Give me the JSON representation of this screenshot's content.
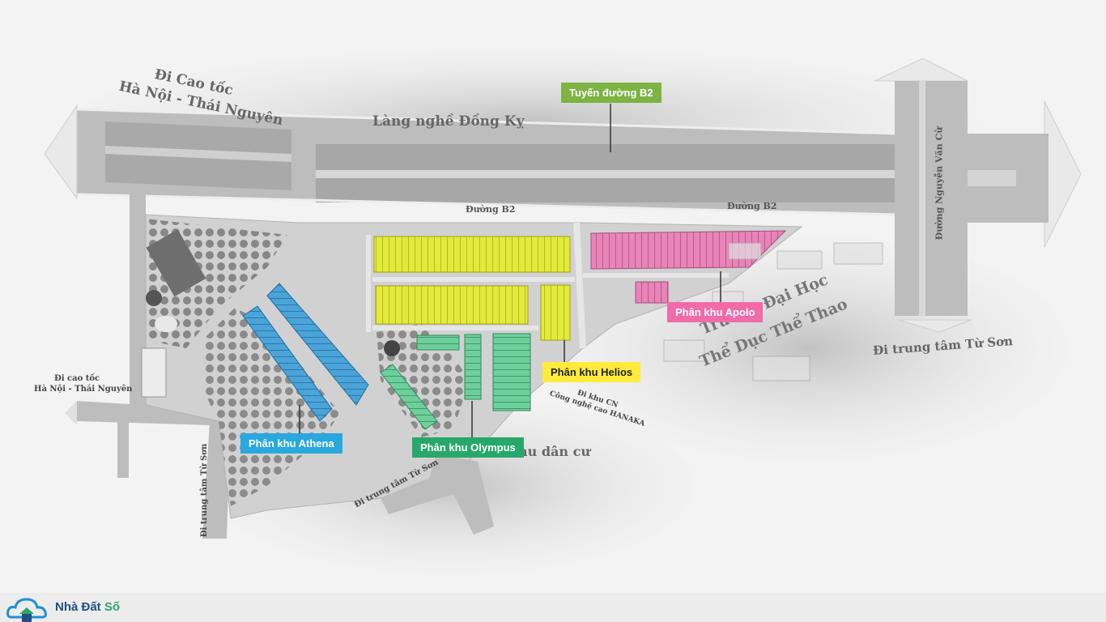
{
  "roads": {
    "highway_north": "Đi Cao tốc",
    "highway_north_2": "Hà Nội - Thái Nguyên",
    "village": "Làng nghề Đồng Kỵ",
    "b2_left": "Đường B2",
    "b2_right": "Đường B2",
    "nguyen_van_cu": "Đường Nguyễn Văn Cừ",
    "to_tu_son_east": "Đi trung tâm Từ Sơn",
    "highway_west": "Đi cao tốc",
    "highway_west_2": "Hà Nội - Thái Nguyên",
    "to_tu_son_south": "Đi trung tâm Từ Sơn",
    "to_tu_son_southwest": "Đi trung tâm Từ Sơn",
    "industrial": "Đi khu CN",
    "industrial_2": "Công nghệ cao HANAKA",
    "residential": "hu dân cư",
    "university_1": "Trường Đại Học",
    "university_2": "Thể Dục Thể Thao"
  },
  "zones": {
    "b2_route": {
      "label": "Tuyến đường B2",
      "color": "#7cb342"
    },
    "apolo": {
      "label": "Phân khu Apolo",
      "color": "#f06ba8"
    },
    "helios": {
      "label": "Phân khu Helios",
      "color": "#ffeb3b"
    },
    "athena": {
      "label": "Phân khu Athena",
      "color": "#29a8e0"
    },
    "olympus": {
      "label": "Phân khu Olympus",
      "color": "#27a86a"
    }
  },
  "footer": {
    "brand_main": "Nhà Đất ",
    "brand_accent": "Số",
    "logo_icon": "house-cloud-icon"
  }
}
